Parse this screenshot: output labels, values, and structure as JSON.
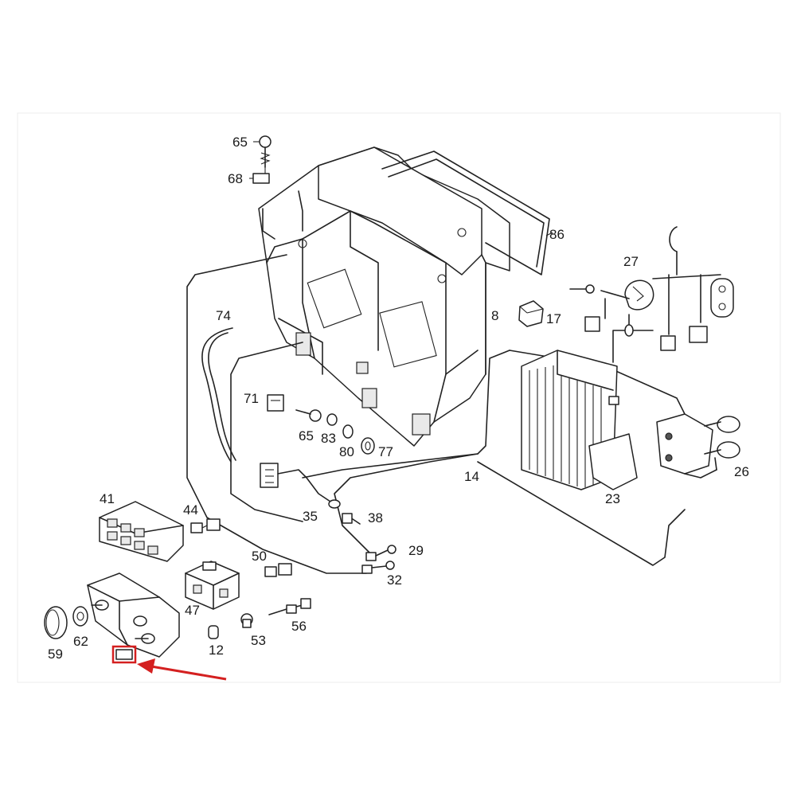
{
  "diagram": {
    "callouts": [
      {
        "id": "c65a",
        "label": "65"
      },
      {
        "id": "c68",
        "label": "68"
      },
      {
        "id": "c86",
        "label": "86"
      },
      {
        "id": "c27",
        "label": "27"
      },
      {
        "id": "c8",
        "label": "8"
      },
      {
        "id": "c17",
        "label": "17"
      },
      {
        "id": "c74",
        "label": "74"
      },
      {
        "id": "c71",
        "label": "71"
      },
      {
        "id": "c65b",
        "label": "65"
      },
      {
        "id": "c83",
        "label": "83"
      },
      {
        "id": "c80",
        "label": "80"
      },
      {
        "id": "c77",
        "label": "77"
      },
      {
        "id": "c14",
        "label": "14"
      },
      {
        "id": "c23",
        "label": "23"
      },
      {
        "id": "c26",
        "label": "26"
      },
      {
        "id": "c41",
        "label": "41"
      },
      {
        "id": "c44",
        "label": "44"
      },
      {
        "id": "c35",
        "label": "35"
      },
      {
        "id": "c38",
        "label": "38"
      },
      {
        "id": "c29",
        "label": "29"
      },
      {
        "id": "c32",
        "label": "32"
      },
      {
        "id": "c50",
        "label": "50"
      },
      {
        "id": "c47",
        "label": "47"
      },
      {
        "id": "c56",
        "label": "56"
      },
      {
        "id": "c53",
        "label": "53"
      },
      {
        "id": "c12",
        "label": "12"
      },
      {
        "id": "c62",
        "label": "62"
      },
      {
        "id": "c59",
        "label": "59"
      }
    ],
    "highlight_color": "#d42020",
    "line_color": "#222222"
  }
}
